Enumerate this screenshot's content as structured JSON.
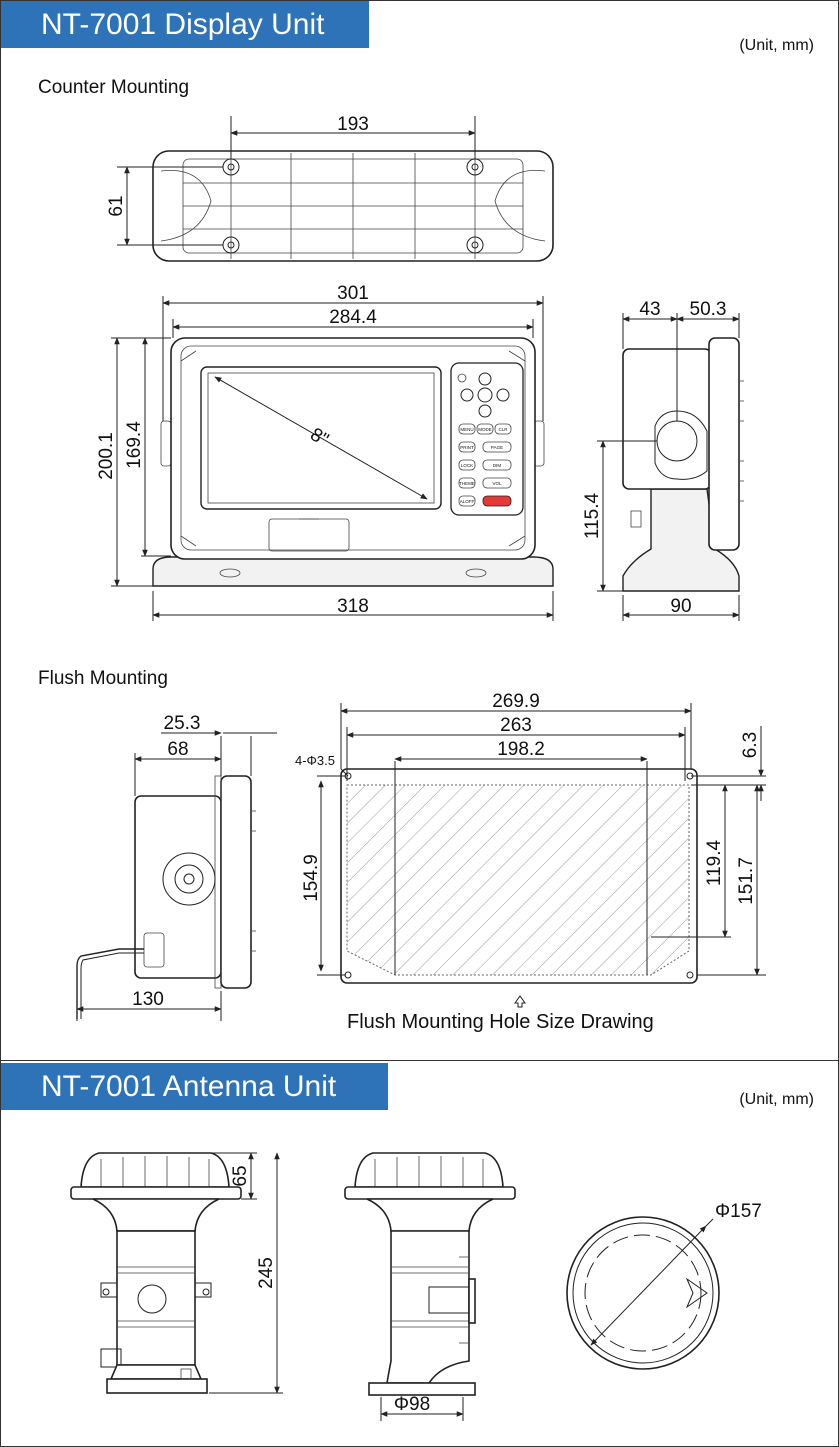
{
  "display_unit": {
    "title": "NT-7001 Display Unit",
    "unit_note": "(Unit, mm)",
    "counter_mounting": {
      "heading": "Counter Mounting",
      "dims": {
        "bracket_hole_spacing": "193",
        "bracket_depth": "61",
        "overall_width": "301",
        "bezel_width": "284.4",
        "overall_height": "200.1",
        "bezel_height": "169.4",
        "base_width": "318",
        "side_depth_front": "43",
        "side_depth_rear": "50.3",
        "knob_height": "115.4",
        "side_base_depth": "90"
      },
      "screen_size": "8\""
    },
    "flush_mounting": {
      "heading": "Flush Mounting",
      "dims": {
        "bezel_thickness": "25.3",
        "body_depth": "68",
        "cable_clearance": "130",
        "outer_width": "269.9",
        "cutout_width": "263",
        "hole_spacing_w": "198.2",
        "hole_label": "4-Φ3.5",
        "top_offset": "6.3",
        "outer_height": "154.9",
        "hole_spacing_h": "119.4",
        "cutout_height": "151.7"
      },
      "caption": "Flush Mounting Hole Size Drawing"
    }
  },
  "antenna_unit": {
    "title": "NT-7001 Antenna Unit",
    "unit_note": "(Unit, mm)",
    "dims": {
      "dome_height": "65",
      "overall_height": "245",
      "base_diameter": "Φ98",
      "dome_diameter": "Φ157"
    }
  },
  "keypad_labels": [
    "MENU",
    "MODE",
    "CLR",
    "PRINT",
    "PAGE",
    "LOCK",
    "DIM",
    "THEME",
    "VOL",
    "ALOFF"
  ]
}
